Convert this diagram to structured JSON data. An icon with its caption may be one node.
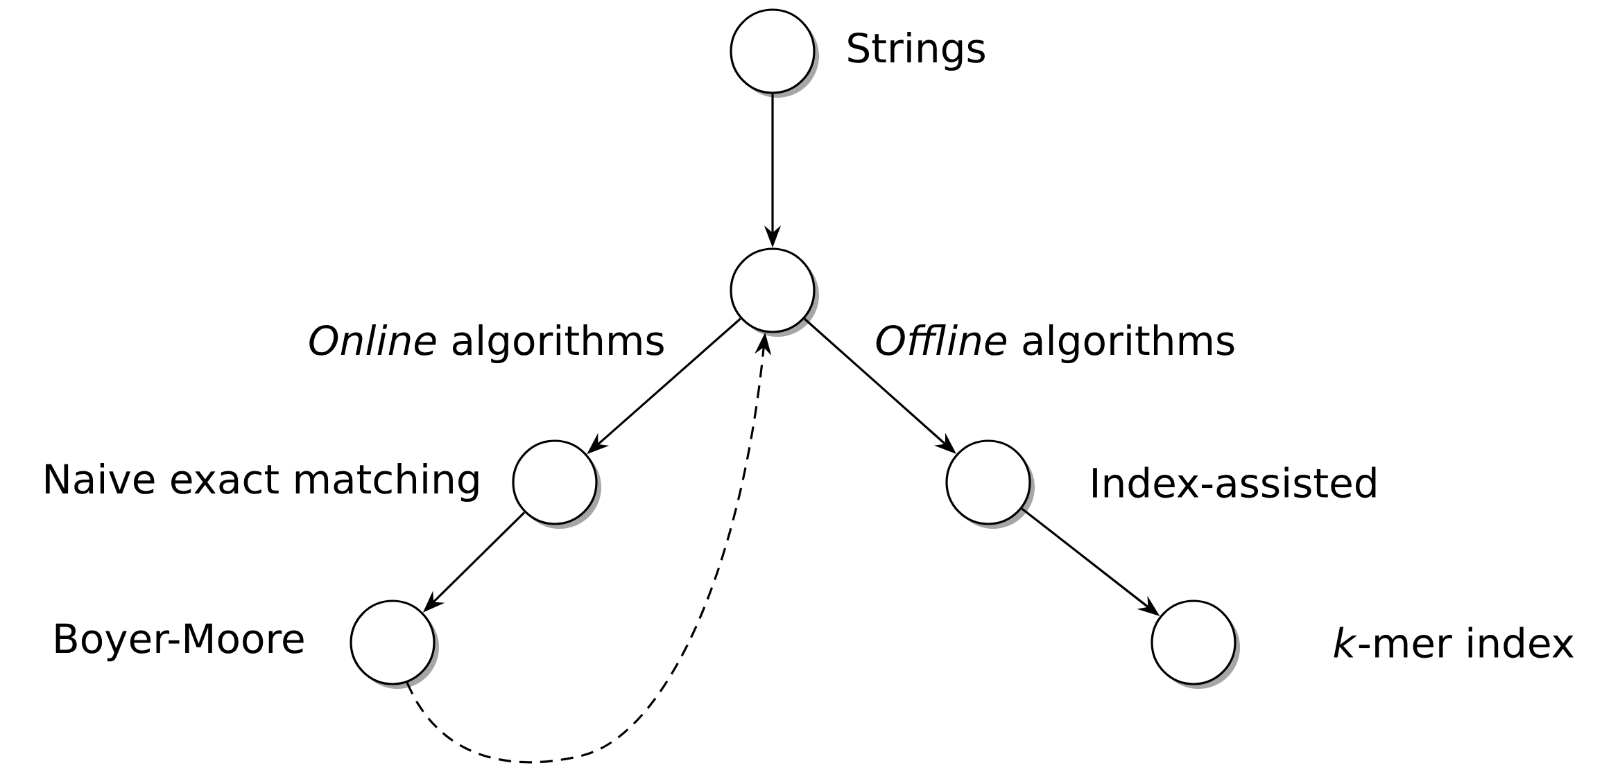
{
  "diagram": {
    "nodes": [
      {
        "text": [],
        "shape": "circle",
        "beside": [
          "Strings"
        ]
      },
      {
        "text": [],
        "shape": "circle"
      },
      {
        "text": [],
        "shape": "circle",
        "beside": [
          "Naive exact matching"
        ]
      },
      {
        "text": [],
        "shape": "circle",
        "beside": [
          "Index-assisted"
        ]
      },
      {
        "text": [],
        "shape": "circle",
        "beside": [
          "Boyer-Moore"
        ]
      },
      {
        "text": [],
        "shape": "circle",
        "beside": [
          "*k*-mer index"
        ]
      }
    ],
    "edges": [
      {
        "from": 0,
        "to": 1,
        "arrow": "to"
      },
      {
        "from": 1,
        "to": 2,
        "arrow": "to",
        "label": "*Online* algorithms"
      },
      {
        "from": 1,
        "to": 3,
        "arrow": "to",
        "label": "*Offline* algorithms"
      },
      {
        "from": 2,
        "to": 4,
        "arrow": "to"
      },
      {
        "from": 3,
        "to": 5,
        "arrow": "to"
      },
      {
        "from": 4,
        "to": 1,
        "arrow": "to",
        "style": "dashed"
      }
    ]
  }
}
